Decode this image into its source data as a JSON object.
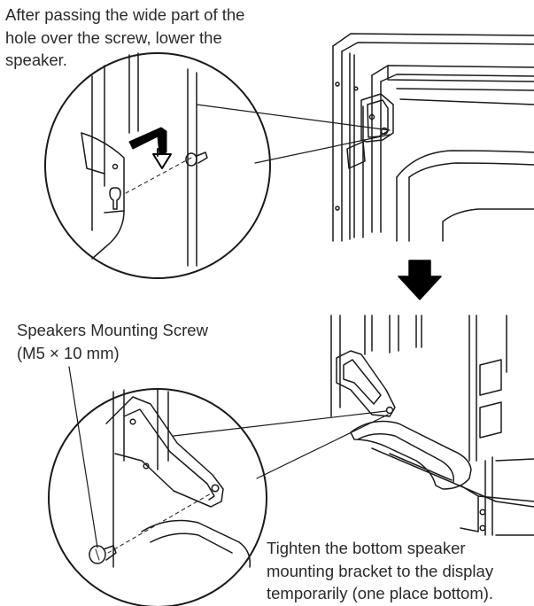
{
  "callouts": {
    "top": {
      "lines": [
        "After passing the wide part of the",
        "hole over the screw, lower the",
        "speaker."
      ]
    },
    "screw": {
      "lines": [
        "Speakers Mounting Screw",
        "(M5 × 10 mm)"
      ]
    },
    "bottom": {
      "lines": [
        "Tighten the bottom speaker",
        "mounting bracket to the display",
        "temporarily (one place bottom)."
      ]
    }
  },
  "colors": {
    "line": "#1a1a1a",
    "arrow": "#000000",
    "background": "#ffffff"
  },
  "icons": {
    "step_arrow": "down-arrow-icon",
    "lift_arrow": "hook-arrow-icon",
    "screw": "screw-icon"
  }
}
